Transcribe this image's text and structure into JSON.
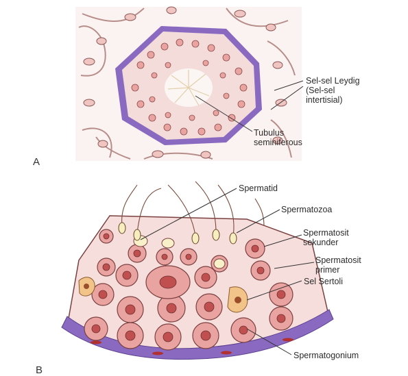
{
  "panels": {
    "a": {
      "letter": "A"
    },
    "b": {
      "letter": "B"
    }
  },
  "labels": {
    "leydig_line1": "Sel-sel Leydig",
    "leydig_line2": "(Sel-sel",
    "leydig_line3": "intertisial)",
    "tubulus_line1": "Tubulus",
    "tubulus_line2": "seminiferous",
    "spermatid": "Spermatid",
    "spermatozoa": "Spermatozoa",
    "sekunder_line1": "Spermatosit",
    "sekunder_line2": "sekunder",
    "primer_line1": "Spermatosit",
    "primer_line2": "primer",
    "sertoli": "Sel Sertoli",
    "spermatogonium": "Spermatogonium"
  },
  "colors": {
    "tubule_fill": "#f3dcda",
    "basal_membrane": "#8a6ac0",
    "cell_fill": "#e9a3a0",
    "cell_outline": "#7a4040",
    "nucleus": "#c0504f",
    "sertoli_fill": "#f3c48a",
    "interstitial": "#f7ecea",
    "leader_line": "#333333"
  }
}
